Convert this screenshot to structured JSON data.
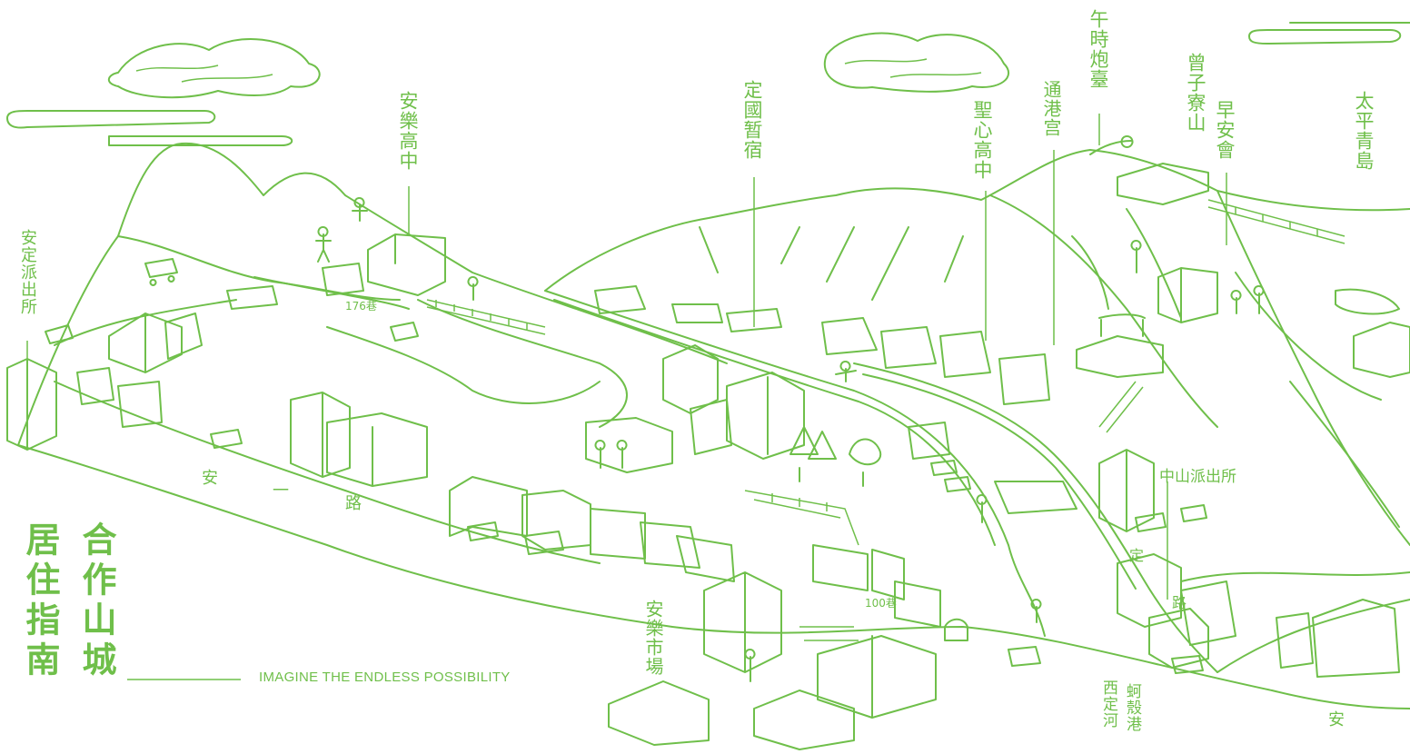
{
  "theme": {
    "line_color": "#6fbf4a",
    "background": "#ffffff"
  },
  "title": {
    "col1": "合作山城",
    "col2": "居住指南"
  },
  "tagline": "IMAGINE THE ENDLESS POSSIBILITY",
  "places": {
    "anding_police": "安定派出所",
    "anle_high": "安樂高中",
    "dingguo_dorm": "定國暂宿",
    "shengxin_high": "聖心高中",
    "tonggang_temple": "通港宫",
    "noon_cannon": "午時炮臺",
    "zengzi_mountain": "曾子寮山",
    "zaoan_hall": "早安會",
    "taiping_qingdao": "太平青島",
    "zhongshan_police": "中山派出所",
    "anle_market": "安樂市場",
    "xiding_river": "西定河",
    "shigang_harbor": "蚵殼港"
  },
  "roads": {
    "anyi_road_1": "安",
    "anyi_road_2": "一",
    "anyi_road_3": "路",
    "alley_176": "176巷",
    "alley_100": "100巷",
    "ding_char": "定",
    "lu_char": "路",
    "an_right": "安"
  },
  "icons": [
    "cloud-icon",
    "car-icon",
    "scooter-icon",
    "person-icon",
    "tree-icon",
    "cannon-icon"
  ]
}
